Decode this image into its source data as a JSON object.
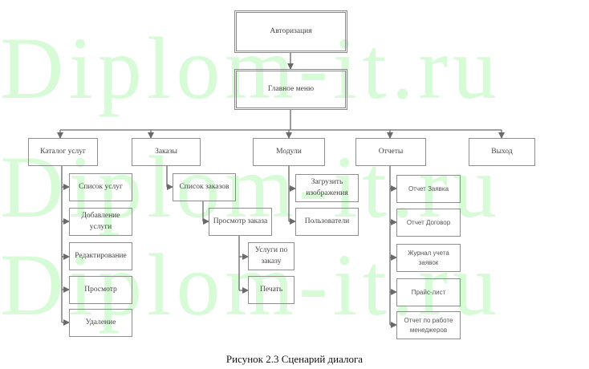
{
  "watermark": {
    "text": "Diplom-it.ru",
    "color": "#d6fbd6"
  },
  "diagram": {
    "root": "Авторизация",
    "main_menu": "Главное меню",
    "sections": [
      {
        "id": "catalog",
        "label": "Каталог услуг",
        "children": [
          "Список услуг",
          "Добавление услуги",
          "Редактирование",
          "Просмотр",
          "Удаление"
        ]
      },
      {
        "id": "orders",
        "label": "Заказы",
        "children": [
          "Список заказов"
        ],
        "sub": {
          "parent": "Список заказов",
          "label": "Просмотр заказа",
          "children": [
            "Услуги по заказу",
            "Печать"
          ]
        }
      },
      {
        "id": "modules",
        "label": "Модули",
        "children": [
          "Загрузить изображения",
          "Пользователи"
        ]
      },
      {
        "id": "reports",
        "label": "Отчеты",
        "children": [
          "Отчет Заявка",
          "Отчет Договор",
          "Журнал учета заявок",
          "Прайс-лист",
          "Отчет по работе менеджеров"
        ]
      },
      {
        "id": "exit",
        "label": "Выход",
        "children": []
      }
    ]
  },
  "caption": "Рисунок 2.3 Сценарий диалога",
  "colors": {
    "line": "#6a6a6a",
    "border": "#8e8e8e",
    "text": "#444444"
  }
}
